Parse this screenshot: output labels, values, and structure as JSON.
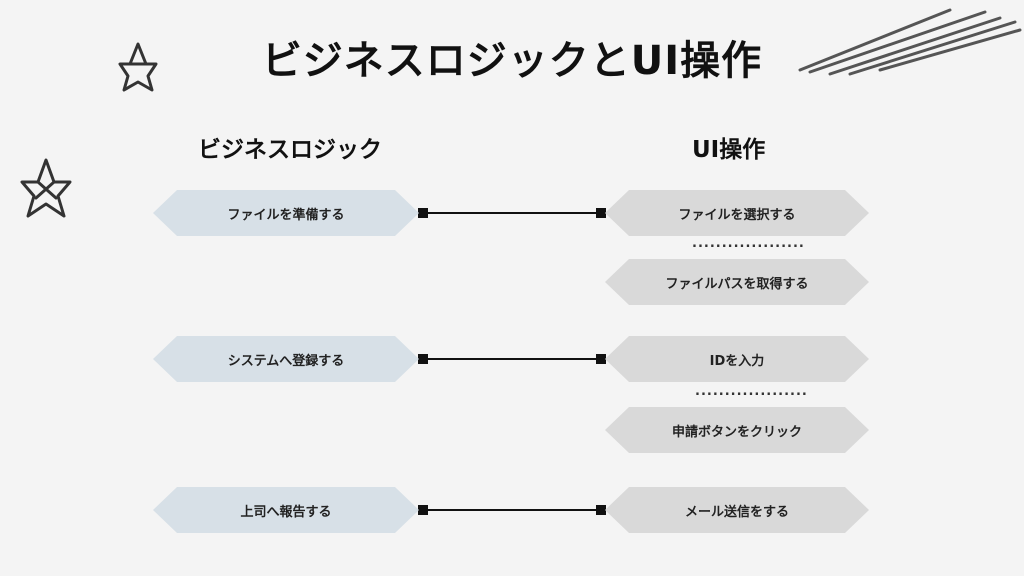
{
  "title": "ビジネスロジックとUI操作",
  "columns": {
    "left": "ビジネスロジック",
    "right": "UI操作"
  },
  "business": [
    "ファイルを準備する",
    "システムへ登録する",
    "上司へ報告する"
  ],
  "ui": [
    "ファイルを選択する",
    "ファイルパスを取得する",
    "IDを入力",
    "申請ボタンをクリック",
    "メール送信をする"
  ],
  "separators": [
    "...................",
    "..................."
  ]
}
